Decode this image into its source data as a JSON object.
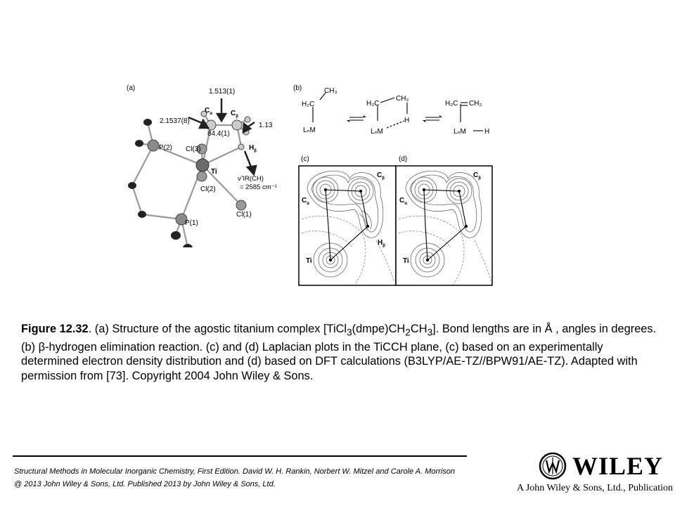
{
  "figure": {
    "a": {
      "panel_label": "(a)",
      "label_bond_ca_cb": "1.513(1)",
      "label_ti_ca": "2.1537(8)",
      "label_angle": "84.4(1)",
      "label_ch": "1.13",
      "label_ca": "C",
      "label_ca_sub": "α",
      "label_cb": "C",
      "label_cb_sub": "β",
      "label_hb": "H",
      "label_hb_sub": "β",
      "label_p2": "P(2)",
      "label_cl3": "Cl(3)",
      "label_ti": "Ti",
      "label_cl2": "Cl(2)",
      "label_cl1": "Cl(1)",
      "label_p1": "P(1)",
      "label_ir_1": "ν̃ IR(CH)",
      "label_ir_2": "= 2585 cm⁻¹"
    },
    "b": {
      "panel_label": "(b)",
      "s1_top": "H₂C",
      "s1_ch3": "CH₃",
      "s1_m": "LₙM",
      "s2_h2c": "H₂C",
      "s2_ch2": "CH₂",
      "s2_h": "H",
      "s2_m": "LₙM",
      "s3_h2c": "H₂C",
      "s3_ch2": "CH₂",
      "s3_m": "LₙM",
      "s3_h": "H"
    },
    "c": {
      "panel_label": "(c)",
      "label_cb": "C",
      "label_cb_sub": "β",
      "label_ca": "C",
      "label_ca_sub": "α",
      "label_hb": "H",
      "label_hb_sub": "β",
      "label_ti": "Ti"
    },
    "d": {
      "panel_label": "(d)",
      "label_cb": "C",
      "label_cb_sub": "β",
      "label_ca": "C",
      "label_ca_sub": "α",
      "label_ti": "Ti"
    }
  },
  "caption": {
    "label": "Figure 12.32",
    "part1": ". (a) Structure of the agostic titanium complex [TiCl",
    "sub1": "3",
    "part2": "(dmpe)CH",
    "sub2": "2",
    "part3": "CH",
    "sub3": "3",
    "part4": "]. Bond lengths are in Å , angles in degrees.(b) β-hydrogen elimination reaction. (c) and (d) Laplacian plots in the TiCCH plane, (c) based on an experimentally determined electron density distribution and (d) based on DFT calculations (B3LYP/AE-TZ//BPW91/AE-TZ). Adapted with permission from [73]. Copyright 2004 John Wiley & Sons."
  },
  "footer": {
    "line1": "Structural Methods in Molecular Inorganic Chemistry, First Edition. David W. H. Rankin, Norbert W. Mitzel and Carole A. Morrison",
    "line2": "@ 2013 John Wiley & Sons, Ltd. Published 2013 by John Wiley & Sons, Ltd."
  },
  "logo": {
    "word": "WILEY",
    "tagline": "A John Wiley & Sons, Ltd., Publication"
  }
}
